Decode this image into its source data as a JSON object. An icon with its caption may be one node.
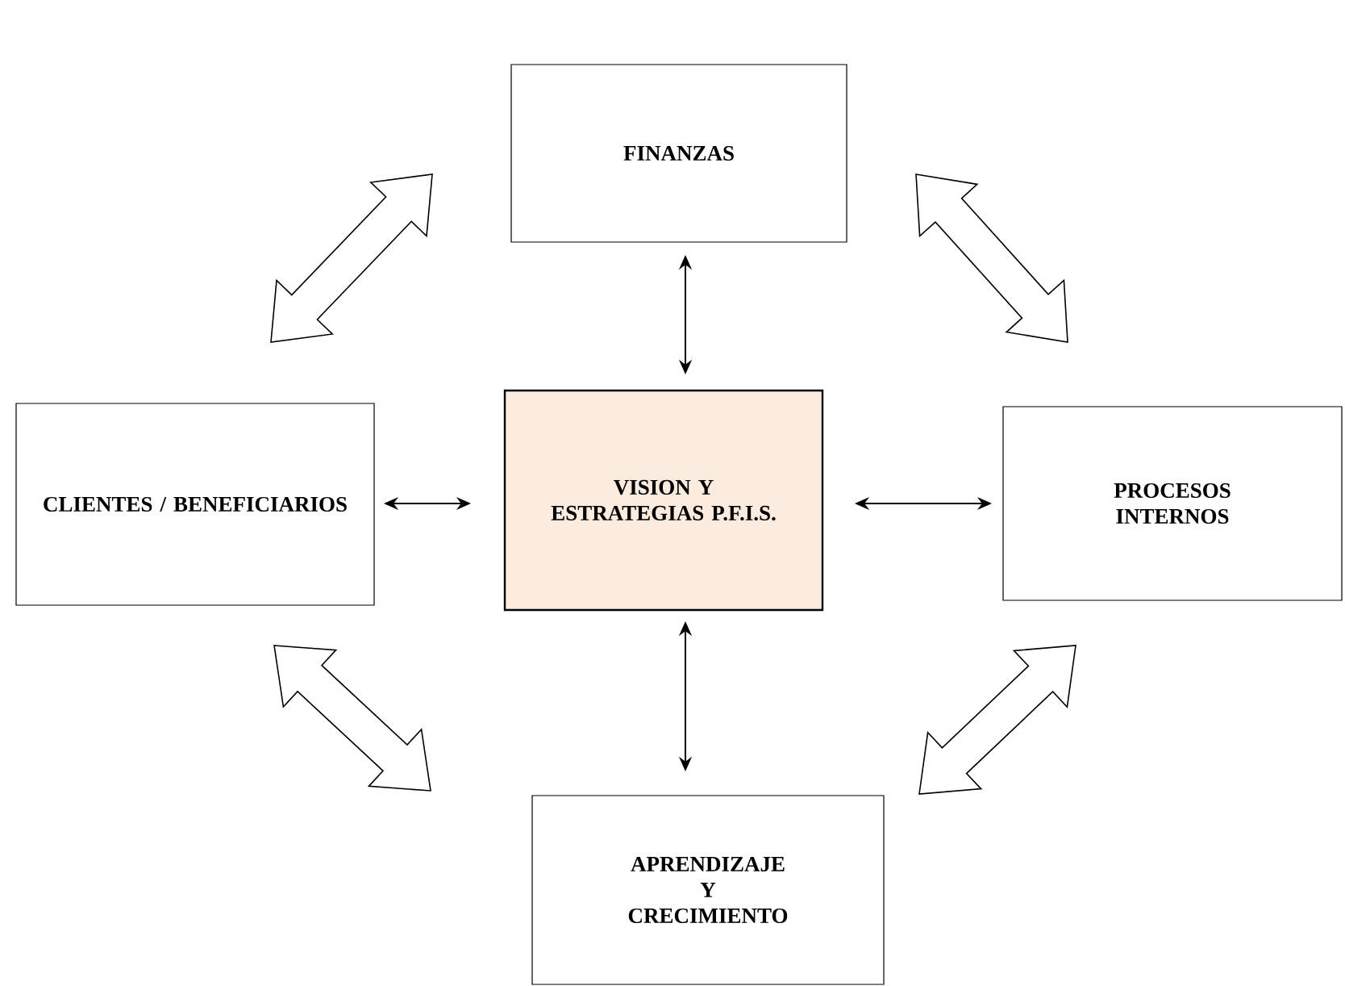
{
  "diagram": {
    "nodes": [
      {
        "text": [
          "FINANZAS"
        ]
      },
      {
        "text": [
          "CLIENTES / BENEFICIARIOS"
        ]
      },
      {
        "text": [
          "VISION Y ESTRATEGIAS P.F.I.S."
        ]
      },
      {
        "text": [
          "PROCESOS INTERNOS"
        ]
      },
      {
        "text": [
          "APRENDIZAJE Y CRECIMIENTO"
        ]
      }
    ],
    "edges": [
      {
        "from": 1,
        "to": 0,
        "arrow": "both",
        "style": "thick"
      },
      {
        "from": 0,
        "to": 3,
        "arrow": "both",
        "style": "thick"
      },
      {
        "from": 0,
        "to": 2,
        "arrow": "both"
      },
      {
        "from": 1,
        "to": 2,
        "arrow": "both"
      },
      {
        "from": 2,
        "to": 3,
        "arrow": "both"
      },
      {
        "from": 2,
        "to": 4,
        "arrow": "both"
      },
      {
        "from": 1,
        "to": 4,
        "arrow": "both",
        "style": "thick"
      },
      {
        "from": 3,
        "to": 4,
        "arrow": "both",
        "style": "thick"
      }
    ]
  }
}
